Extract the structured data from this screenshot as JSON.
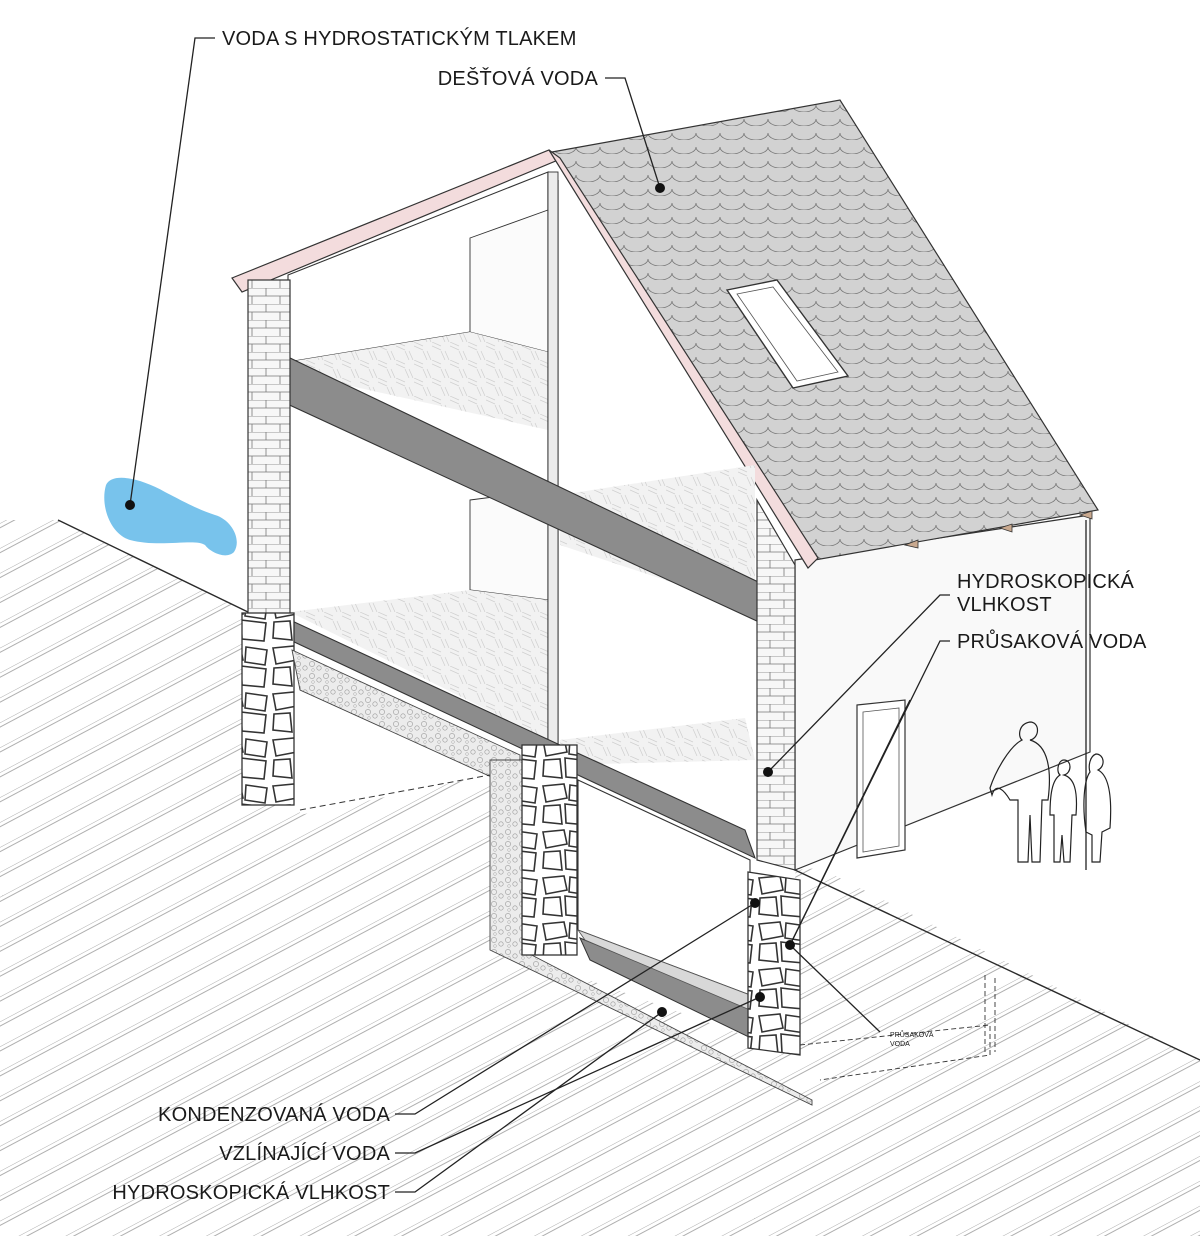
{
  "labels": {
    "hydrostatic": "VODA S HYDROSTATICKÝM TLAKEM",
    "rain": "DEŠŤOVÁ VODA",
    "hygro_right_1": "HYDROSKOPICKÁ",
    "hygro_right_2": "VLHKOST",
    "seepage": "PRŮSAKOVÁ VODA",
    "seepage_small_1": "PRŮSAKOVÁ",
    "seepage_small_2": "VODA",
    "condensed": "KONDENZOVANÁ VODA",
    "rising": "VZLÍNAJÍCÍ VODA",
    "hygro_bottom": "HYDROSKOPICKÁ VLHKOST"
  },
  "colors": {
    "water": "#78c3ec",
    "roof_trim": "#f3dcdd",
    "roof": "#cfcfcf",
    "beam": "#8c8c8c",
    "concrete": "#e6e6e6",
    "ground_hatch": "#8a8a8a"
  }
}
